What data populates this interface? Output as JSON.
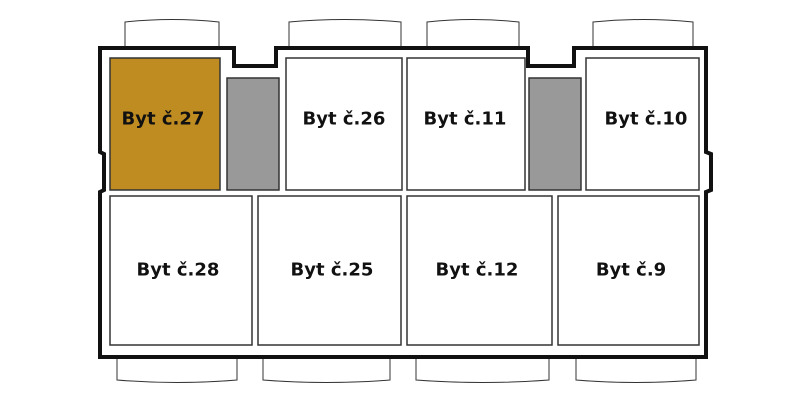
{
  "colors": {
    "background": "#ffffff",
    "wall": "#111111",
    "room_fill": "#ffffff",
    "room_stroke": "#333333",
    "selected_fill": "#be8c21",
    "stair_fill": "#999999"
  },
  "selected_unit": "Byt č.27",
  "units": [
    {
      "label": "Byt č.27",
      "selected": true
    },
    {
      "label": "Byt č.26",
      "selected": false
    },
    {
      "label": "Byt č.11",
      "selected": false
    },
    {
      "label": "Byt č.10",
      "selected": false
    },
    {
      "label": "Byt č.28",
      "selected": false
    },
    {
      "label": "Byt č.25",
      "selected": false
    },
    {
      "label": "Byt č.12",
      "selected": false
    },
    {
      "label": "Byt č.9",
      "selected": false
    }
  ]
}
